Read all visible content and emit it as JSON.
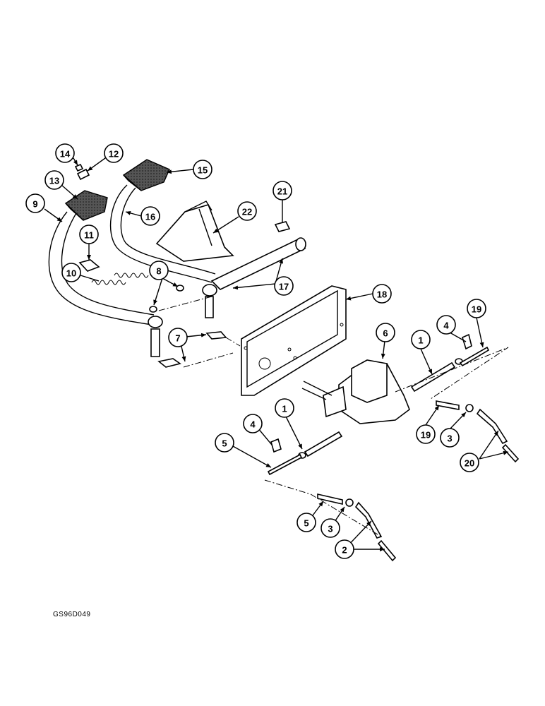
{
  "drawing_code": "GS96D049",
  "callouts": [
    "14",
    "12",
    "13",
    "15",
    "9",
    "16",
    "21",
    "22",
    "11",
    "10",
    "8",
    "17",
    "18",
    "7",
    "6",
    "19",
    "4",
    "1",
    "19",
    "3",
    "4",
    "1",
    "20",
    "5",
    "5",
    "3",
    "2"
  ]
}
